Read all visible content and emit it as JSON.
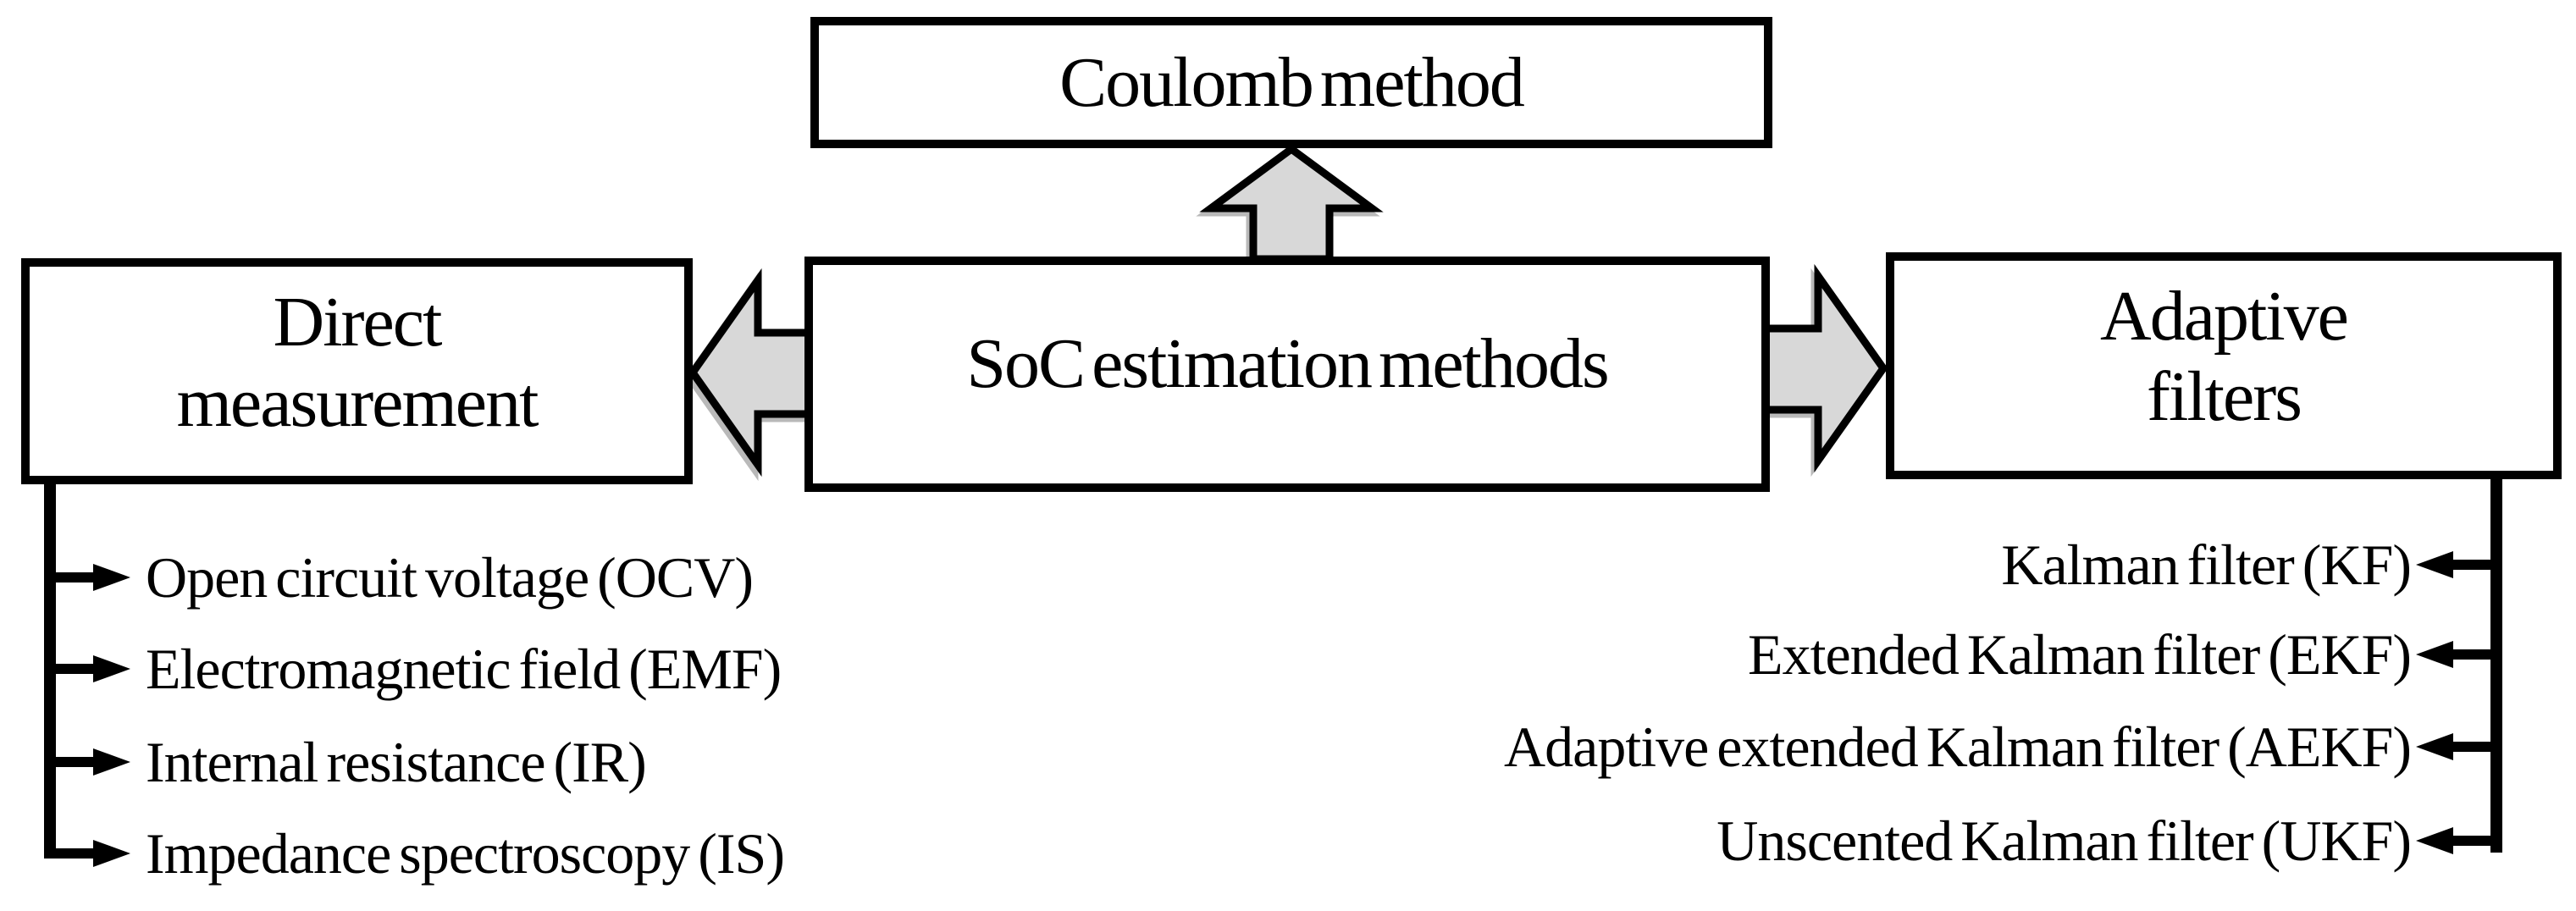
{
  "boxes": {
    "coulomb": {
      "label": "Coulomb method"
    },
    "center": {
      "label": "SoC estimation methods"
    },
    "direct": {
      "line1": "Direct",
      "line2": "measurement"
    },
    "adaptive": {
      "line1": "Adaptive",
      "line2": "filters"
    }
  },
  "direct_items": [
    "Open circuit voltage (OCV)",
    "Electromagnetic field (EMF)",
    "Internal resistance (IR)",
    "Impedance spectroscopy (IS)"
  ],
  "adaptive_items": [
    "Kalman filter (KF)",
    "Extended Kalman filter (EKF)",
    "Adaptive extended Kalman filter (AEKF)",
    "Unscented Kalman filter (UKF)"
  ],
  "colors": {
    "arrow_fill": "#d8d8d8",
    "arrow_stroke": "#000000",
    "line": "#000000",
    "text": "#000000",
    "background": "#ffffff"
  }
}
